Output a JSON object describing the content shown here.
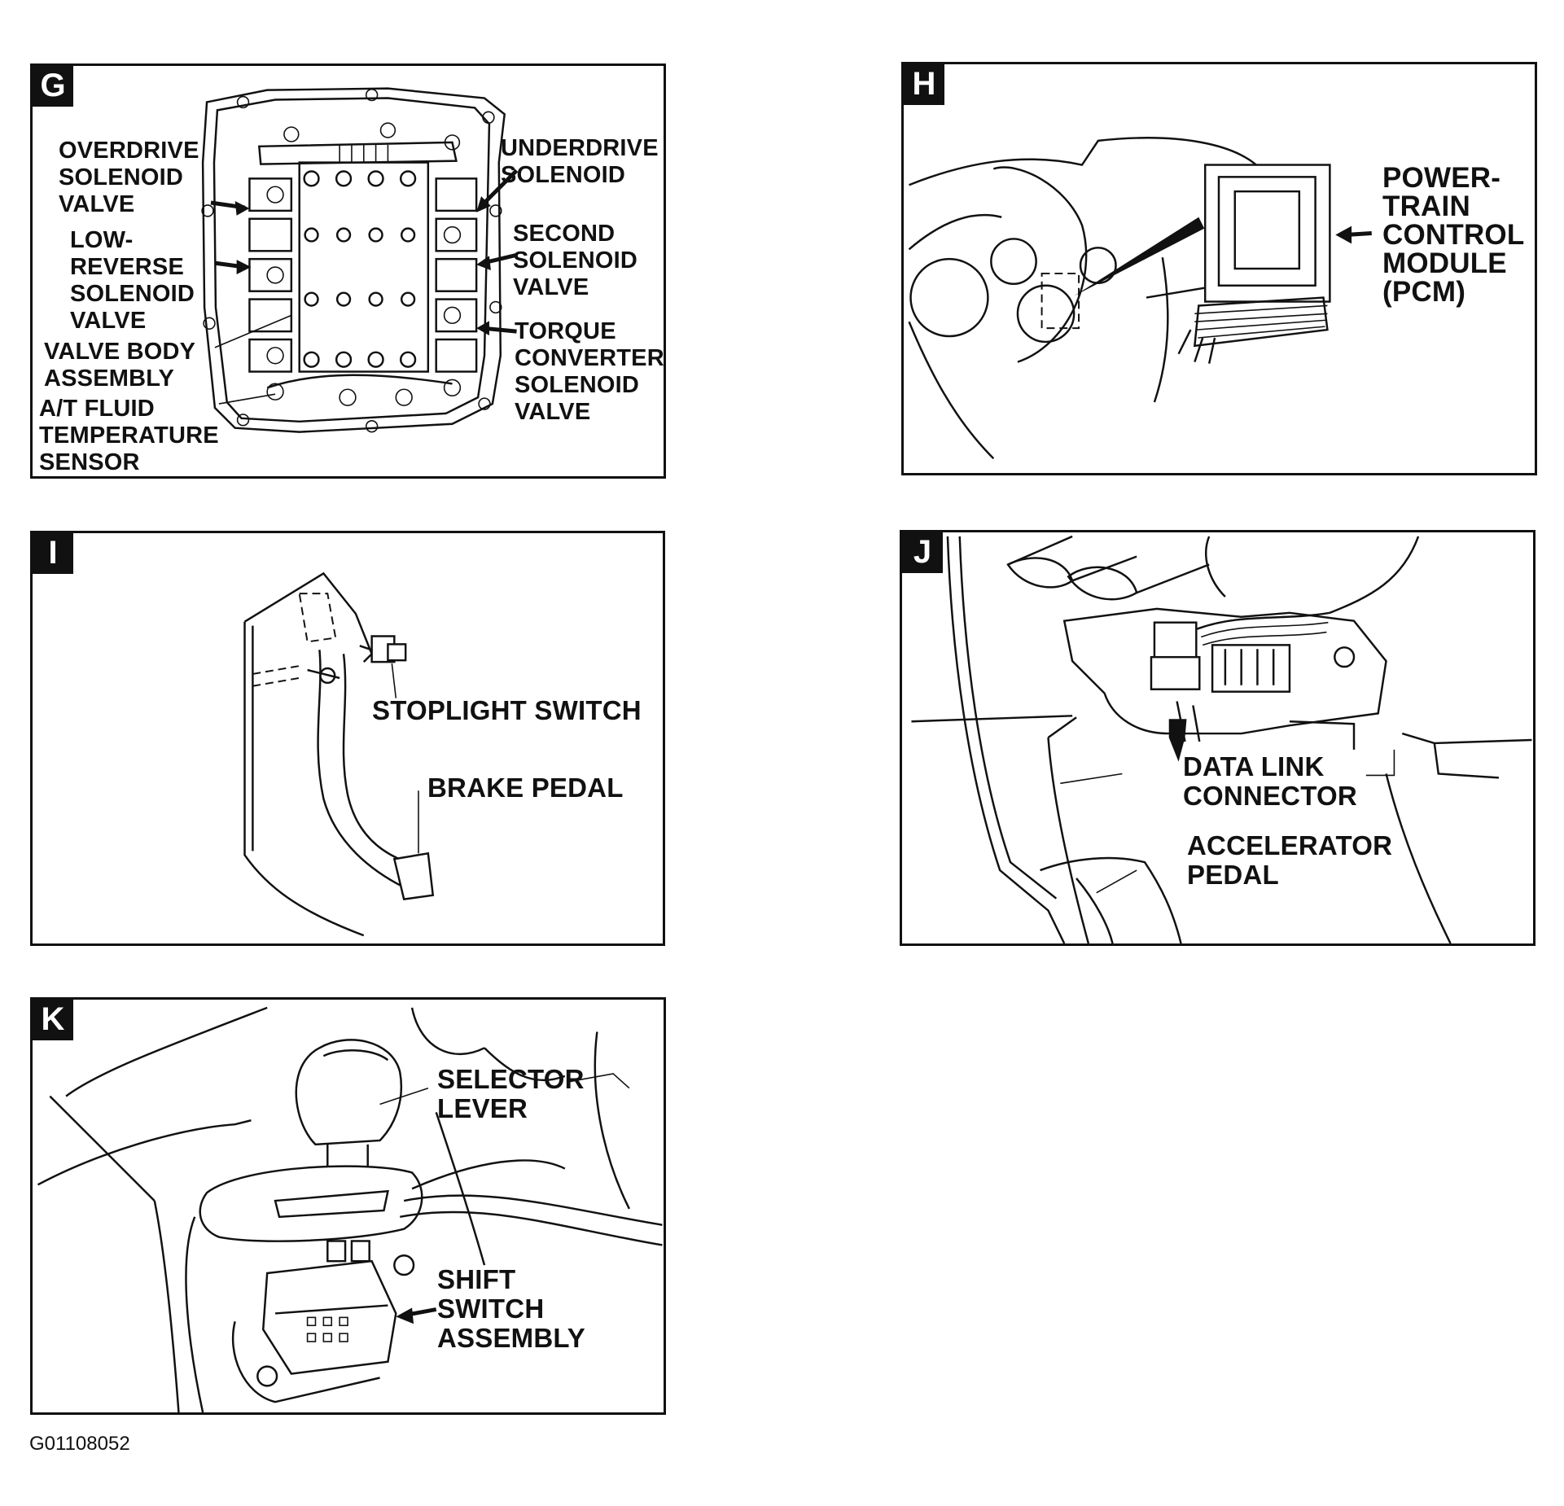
{
  "figure_id": "G01108052",
  "panels": {
    "g": {
      "letter": "G",
      "labels": {
        "overdrive": "OVERDRIVE\nSOLENOID\nVALVE",
        "low_reverse": "LOW-\nREVERSE\nSOLENOID\nVALVE",
        "valve_body": "VALVE BODY\nASSEMBLY",
        "at_fluid": "A/T FLUID\nTEMPERATURE\nSENSOR",
        "underdrive": "UNDERDRIVE\nSOLENOID",
        "second": "SECOND\nSOLENOID\nVALVE",
        "torque": "TORQUE\nCONVERTER\nSOLENOID\nVALVE"
      }
    },
    "h": {
      "letter": "H",
      "labels": {
        "pcm": "POWER-\nTRAIN\nCONTROL\nMODULE\n(PCM)"
      }
    },
    "i": {
      "letter": "I",
      "labels": {
        "stoplight": "STOPLIGHT SWITCH",
        "brake": "BRAKE PEDAL"
      }
    },
    "j": {
      "letter": "J",
      "labels": {
        "dlc": "DATA LINK\nCONNECTOR",
        "accel": "ACCELERATOR\nPEDAL"
      }
    },
    "k": {
      "letter": "K",
      "labels": {
        "selector": "SELECTOR\nLEVER",
        "shift": "SHIFT\nSWITCH\nASSEMBLY"
      }
    }
  }
}
